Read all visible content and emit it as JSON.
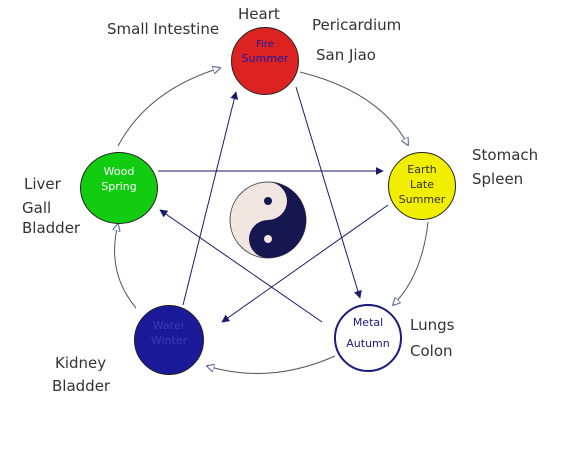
{
  "diagram": {
    "elements": [
      {
        "id": "fire",
        "name": "Fire",
        "season": "Summer",
        "fill": "#dd2222",
        "text_color": "#1a1aa8"
      },
      {
        "id": "earth",
        "name": "Earth",
        "season_line1": "Late",
        "season_line2": "Summer",
        "fill": "#f2ee00",
        "text_color": "#333333"
      },
      {
        "id": "metal",
        "name": "Metal",
        "season": "Autumn",
        "fill": "#ffffff",
        "text_color": "#1a1a7a",
        "border": "#1a1a7a"
      },
      {
        "id": "water",
        "name": "Water",
        "season": "Winter",
        "fill": "#1a1a99",
        "text_color": "#3a3ab0"
      },
      {
        "id": "wood",
        "name": "Wood",
        "season": "Spring",
        "fill": "#11cc11",
        "text_color": "#ffffff"
      }
    ],
    "organs": {
      "fire_left": "Small Intestine",
      "fire_top": "Heart",
      "fire_right_1": "Pericardium",
      "fire_right_2": "San Jiao",
      "earth_1": "Stomach",
      "earth_2": "Spleen",
      "metal_1": "Lungs",
      "metal_2": "Colon",
      "water_1": "Kidney",
      "water_2": "Bladder",
      "wood_1": "Liver",
      "wood_2": "Gall",
      "wood_3": "Bladder"
    },
    "center_symbol": "yin-yang-icon",
    "colors": {
      "arrow": "#1a1a6a",
      "cycle": "#555555",
      "label": "#333333"
    }
  }
}
